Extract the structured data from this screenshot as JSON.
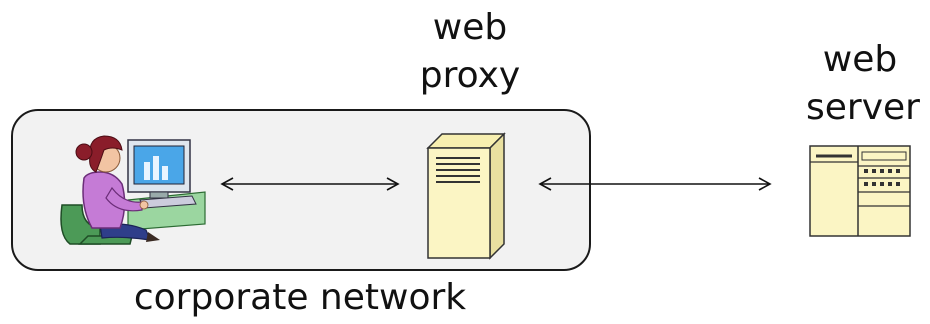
{
  "labels": {
    "proxy_line1": "web",
    "proxy_line2": "proxy",
    "server_line1": "web",
    "server_line2": "server",
    "network": "corporate network"
  },
  "colors": {
    "box_fill": "#f2f2f2",
    "box_stroke": "#1a1a1a",
    "device_fill": "#fbf5c4",
    "person_shirt": "#c57bd6",
    "person_hair": "#8a1d2a",
    "chair": "#4c9a57",
    "monitor_screen": "#4aa6e8"
  },
  "icons": [
    "user-at-computer-icon",
    "proxy-server-icon",
    "web-server-icon"
  ]
}
